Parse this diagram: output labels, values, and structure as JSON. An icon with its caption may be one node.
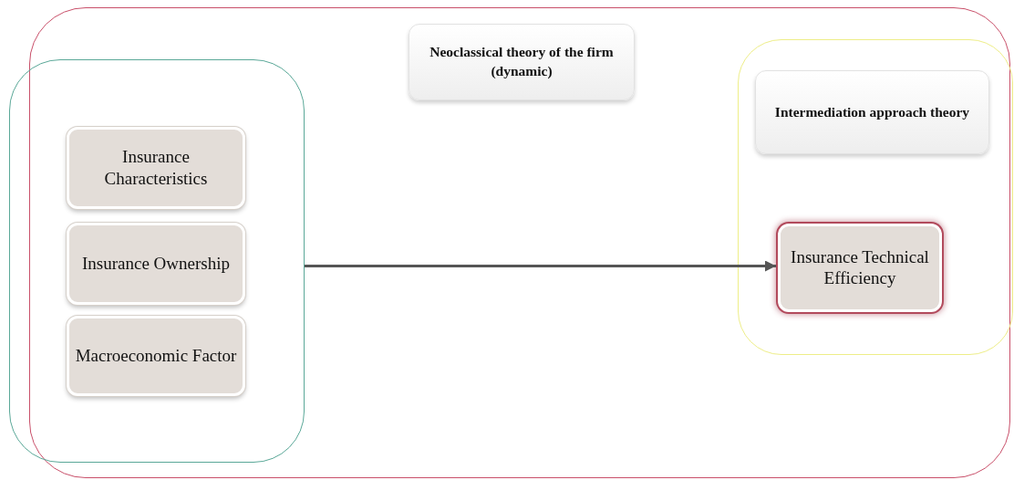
{
  "diagram": {
    "nodes": [
      {
        "text": [],
        "shape": "box"
      },
      {
        "text": [
          "Neoclassical theory of the firm (dynamic)"
        ],
        "in": 0
      },
      {
        "text": [],
        "shape": "box"
      },
      {
        "text": [
          "Insurance Characteristics"
        ],
        "in": 2
      },
      {
        "text": [
          "Insurance Ownership"
        ],
        "in": 2
      },
      {
        "text": [
          "Macroeconomic Factor"
        ],
        "in": 2
      },
      {
        "text": [],
        "shape": "box",
        "in": 0
      },
      {
        "text": [
          "Intermediation approach theory"
        ],
        "in": 6
      },
      {
        "text": [
          "Insurance Technical Efficiency"
        ],
        "in": 6
      }
    ],
    "edges": [
      {
        "from": 2,
        "to": 8,
        "arrow": "to"
      }
    ]
  }
}
